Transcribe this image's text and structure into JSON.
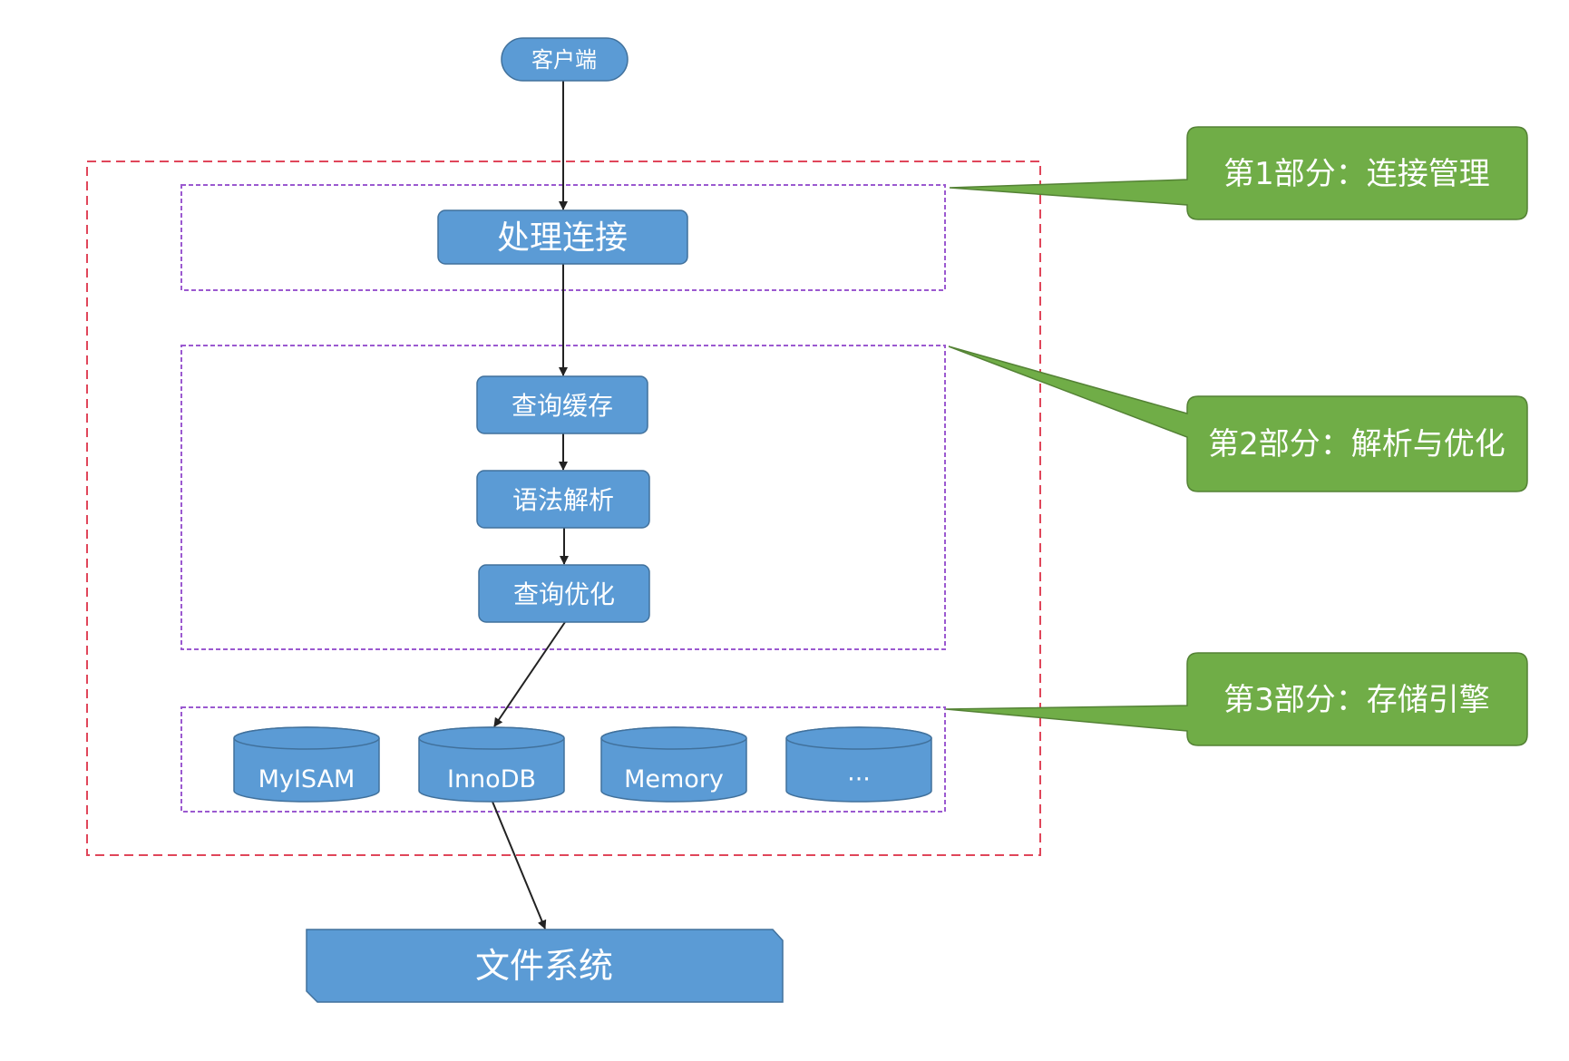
{
  "diagram": {
    "title": "MySQL architecture",
    "colors": {
      "node_fill": "#5b9bd5",
      "node_stroke": "#41719c",
      "callout_fill": "#70ad47",
      "callout_stroke": "#548235",
      "outer_border": "#e0465a",
      "group_border": "#9b59d0",
      "arrow": "#222222"
    },
    "client": {
      "label": "客户端"
    },
    "connection": {
      "label": "处理连接"
    },
    "parse_optimize": [
      {
        "label": "查询缓存"
      },
      {
        "label": "语法解析"
      },
      {
        "label": "查询优化"
      }
    ],
    "storage_engines": [
      {
        "label": "MyISAM"
      },
      {
        "label": "InnoDB"
      },
      {
        "label": "Memory"
      },
      {
        "label": "···"
      }
    ],
    "filesystem": {
      "label": "文件系统"
    },
    "callouts": [
      {
        "label": "第1部分：连接管理"
      },
      {
        "label": "第2部分：解析与优化"
      },
      {
        "label": "第3部分：存储引擎"
      }
    ],
    "edges": [
      {
        "from": "客户端",
        "to": "处理连接"
      },
      {
        "from": "处理连接",
        "to": "查询缓存"
      },
      {
        "from": "查询缓存",
        "to": "语法解析"
      },
      {
        "from": "语法解析",
        "to": "查询优化"
      },
      {
        "from": "查询优化",
        "to": "InnoDB"
      },
      {
        "from": "InnoDB",
        "to": "文件系统"
      }
    ]
  }
}
